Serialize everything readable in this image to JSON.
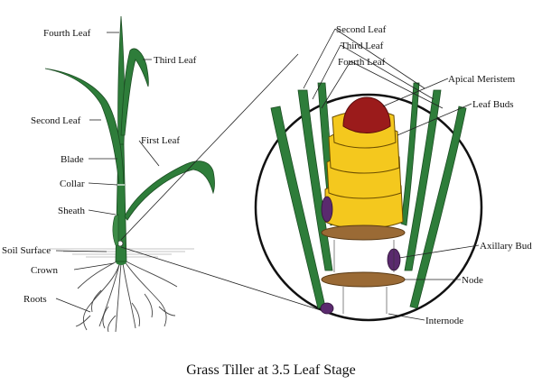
{
  "labels": {
    "fourth_leaf_plant": "Fourth Leaf",
    "third_leaf_plant": "Third Leaf",
    "second_leaf_plant": "Second Leaf",
    "first_leaf": "First Leaf",
    "blade": "Blade",
    "collar": "Collar",
    "sheath": "Sheath",
    "soil_surface": "Soil Surface",
    "crown": "Crown",
    "roots": "Roots",
    "second_leaf_detail": "Second Leaf",
    "third_leaf_detail": "Third Leaf",
    "fourth_leaf_detail": "Fourth Leaf",
    "apical_meristem": "Apical Meristem",
    "leaf_buds": "Leaf Buds",
    "axillary_bud": "Axillary Bud",
    "node": "Node",
    "internode": "Internode"
  },
  "caption": "Grass Tiller at 3.5 Leaf Stage",
  "colors": {
    "leaf_green": "#2e7d3a",
    "leaf_dark": "#1b4d22",
    "meristem_red": "#9b1b1b",
    "leaf_bud_yellow": "#f4c81e",
    "axillary_purple": "#5a2a6e",
    "node_brown": "#8a5a2b",
    "soil_line": "#7a7a7a",
    "root_gray": "#555555"
  }
}
